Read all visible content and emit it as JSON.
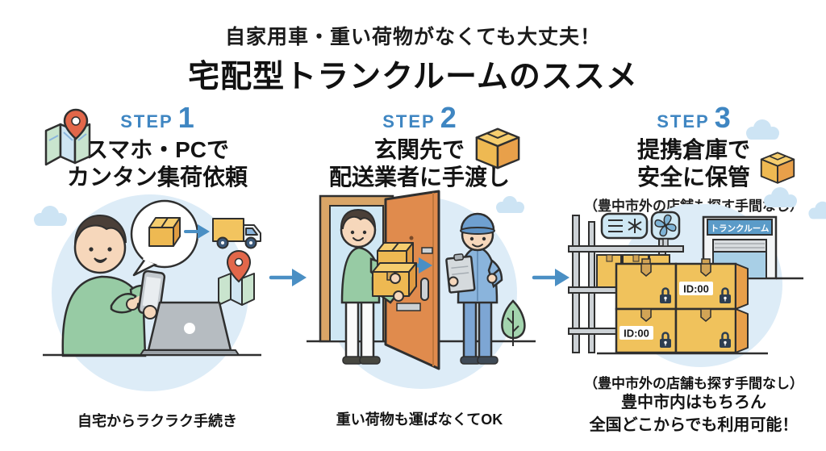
{
  "title": {
    "subtitle": "自家用車・重い荷物がなくても大丈夫！",
    "main": "宅配型トランクルームのススメ"
  },
  "steps": [
    {
      "label": "STEP",
      "number": "1",
      "heading_line1": "スマホ・PCで",
      "heading_line2": "カンタン集荷依頼",
      "caption": "自宅からラクラク手続き"
    },
    {
      "label": "STEP",
      "number": "2",
      "heading_line1": "玄関先で",
      "heading_line2": "配送業者に手渡し",
      "caption": "重い荷物も運ばなくてOK"
    },
    {
      "label": "STEP",
      "number": "3",
      "heading_line1": "提携倉庫で",
      "heading_line2": "安全に保管",
      "heading_note": "（豊中市外の店舗も探す手間なし）",
      "caption_note": "（豊中市外の店舗も探す手間なし）",
      "caption_line1": "豊中市内はもちろん",
      "caption_line2": "全国どこからでも利用可能！"
    }
  ],
  "warehouse": {
    "sign_label": "トランクルーム",
    "box_id_label": "ID:00"
  },
  "colors": {
    "step_label_blue": "#3f86c2",
    "arrow_blue": "#4a8fc4",
    "illustration_background": "#ddecf7",
    "box_yellow": "#f0c25c",
    "box_side_orange": "#e8a04a",
    "door_orange": "#e08b4d",
    "sweater_green": "#97cba4",
    "uniform_blue": "#8ab4dc",
    "sign_blue": "#5b9bc8",
    "cloud_blue": "#cde4f4",
    "pin_red": "#e2674a",
    "title_black": "#1a1a1a"
  }
}
